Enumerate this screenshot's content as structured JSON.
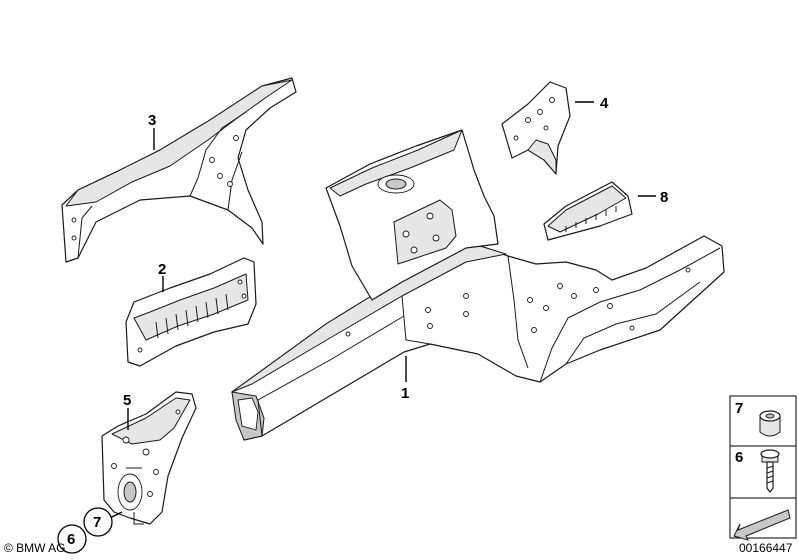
{
  "callouts": {
    "c1": "1",
    "c2": "2",
    "c3": "3",
    "c4": "4",
    "c5": "5",
    "c6": "6",
    "c7": "7",
    "c8": "8"
  },
  "legend": {
    "item_top": "7",
    "item_bottom": "6"
  },
  "footer": {
    "copyright": "© BMW AG",
    "diagram_number": "00166447"
  }
}
